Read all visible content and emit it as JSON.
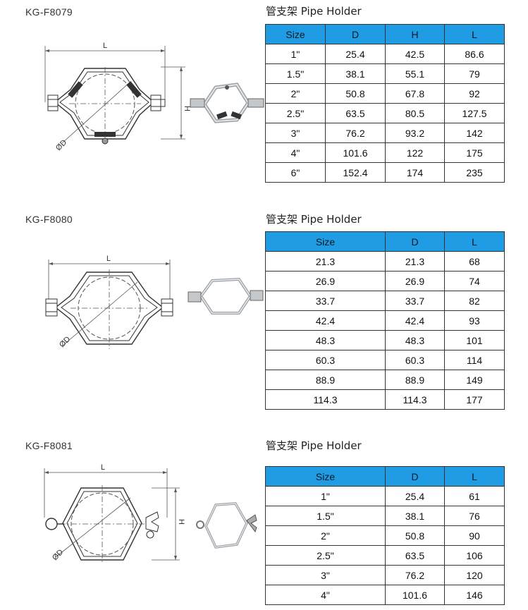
{
  "heading": "管支架 Pipe Holder",
  "products": [
    {
      "model": "KG-F8079",
      "columns": [
        "Size",
        "D",
        "H",
        "L"
      ],
      "rows": [
        [
          "1\"",
          "25.4",
          "42.5",
          "86.6"
        ],
        [
          "1.5\"",
          "38.1",
          "55.1",
          "79"
        ],
        [
          "2\"",
          "50.8",
          "67.8",
          "92"
        ],
        [
          "2.5\"",
          "63.5",
          "80.5",
          "127.5"
        ],
        [
          "3\"",
          "76.2",
          "93.2",
          "142"
        ],
        [
          "4\"",
          "101.6",
          "122",
          "175"
        ],
        [
          "6\"",
          "152.4",
          "174",
          "235"
        ]
      ]
    },
    {
      "model": "KG-F8080",
      "columns": [
        "Size",
        "D",
        "L"
      ],
      "rows": [
        [
          "21.3",
          "21.3",
          "68"
        ],
        [
          "26.9",
          "26.9",
          "74"
        ],
        [
          "33.7",
          "33.7",
          "82"
        ],
        [
          "42.4",
          "42.4",
          "93"
        ],
        [
          "48.3",
          "48.3",
          "101"
        ],
        [
          "60.3",
          "60.3",
          "114"
        ],
        [
          "88.9",
          "88.9",
          "149"
        ],
        [
          "114.3",
          "114.3",
          "177"
        ]
      ]
    },
    {
      "model": "KG-F8081",
      "columns": [
        "Size",
        "D",
        "L"
      ],
      "rows": [
        [
          "1\"",
          "25.4",
          "61"
        ],
        [
          "1.5\"",
          "38.1",
          "76"
        ],
        [
          "2\"",
          "50.8",
          "90"
        ],
        [
          "2.5\"",
          "63.5",
          "106"
        ],
        [
          "3\"",
          "76.2",
          "120"
        ],
        [
          "4\"",
          "101.6",
          "146"
        ]
      ]
    }
  ],
  "dim_labels": {
    "length": "L",
    "height": "H",
    "diameter": "ØD"
  },
  "colors": {
    "table_header": "#1f9ce3"
  }
}
